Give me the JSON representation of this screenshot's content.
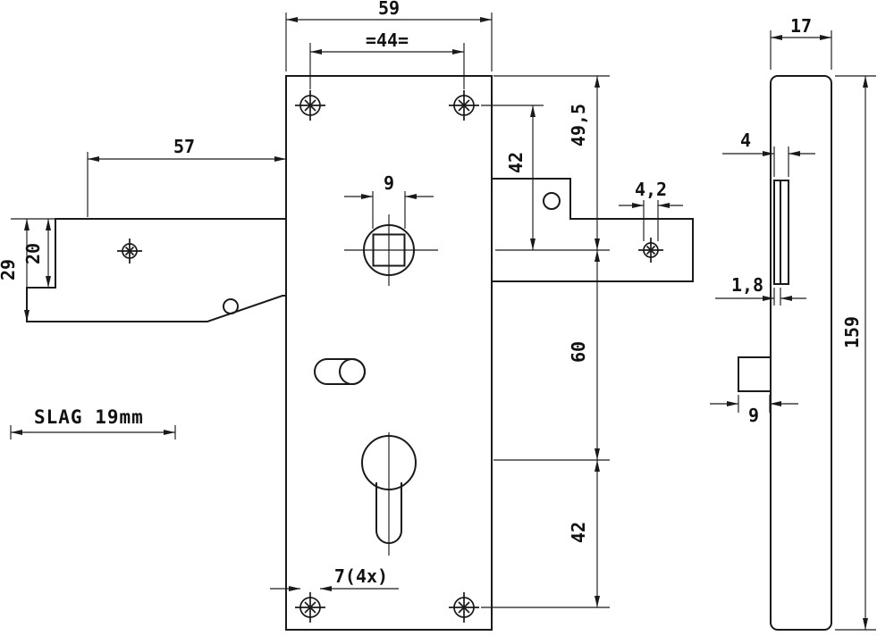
{
  "meta": {
    "drawing_type": "lock-case-technical-drawing",
    "line_color": "#1a1a1a",
    "background": "#ffffff"
  },
  "dims": {
    "case_width": "59",
    "screw_spacing": "=44=",
    "throw_57": "57",
    "hook_upper": "20",
    "hook_total": "29",
    "hole_to_spindle": "42",
    "edge_to_spindle": "49,5",
    "spindle_square": "9",
    "screw_dia": "4,2",
    "spindle_to_cylinder": "60",
    "cylinder_to_hole": "42",
    "corner_holes": "7(4x)",
    "stroke_label": "SLAG 19mm",
    "side_width": "17",
    "slot_width": "4",
    "plate_thickness": "1,8",
    "side_height": "159",
    "bolt_width": "9"
  }
}
